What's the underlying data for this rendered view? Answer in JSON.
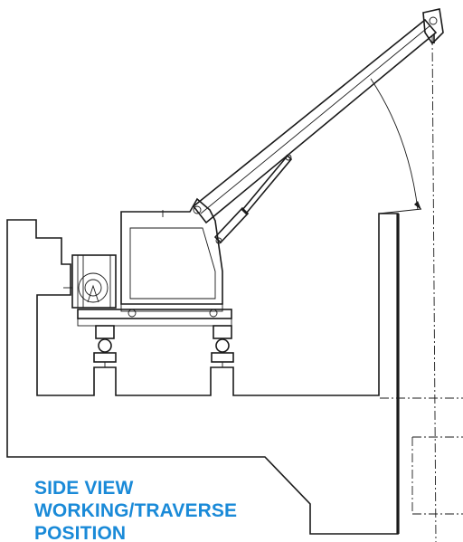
{
  "caption": {
    "line1": "SIDE VIEW",
    "line2": "WORKING/TRAVERSE",
    "line3": "POSITION"
  },
  "colors": {
    "caption": "#1a8ad8",
    "line": "#1a1a1a",
    "background": "#ffffff"
  }
}
